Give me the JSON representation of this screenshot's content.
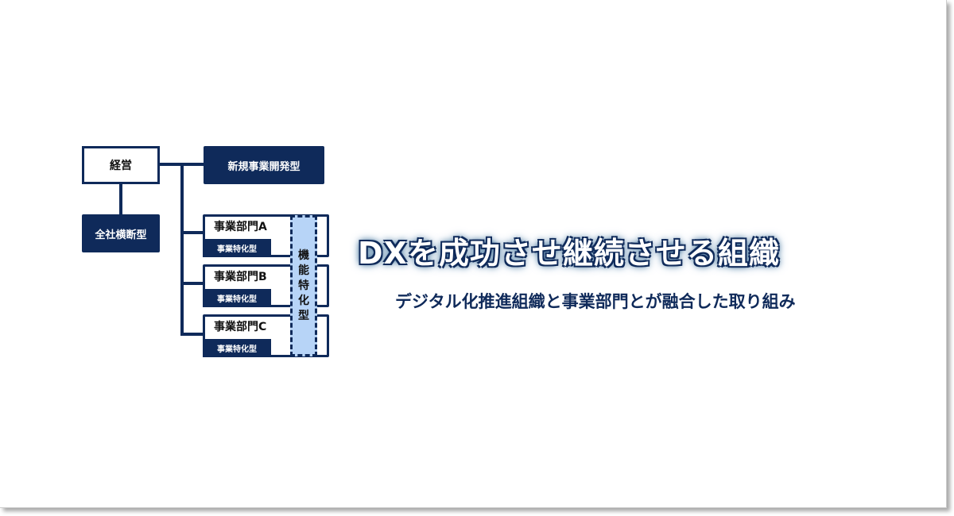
{
  "org": {
    "management": "経営",
    "company_wide": "全社横断型",
    "new_business": "新規事業開発型",
    "units": [
      {
        "name": "事業部門A",
        "type": "事業特化型"
      },
      {
        "name": "事業部門B",
        "type": "事業特化型"
      },
      {
        "name": "事業部門C",
        "type": "事業特化型"
      }
    ],
    "function_chars": [
      "機",
      "能",
      "特",
      "化",
      "型"
    ]
  },
  "title": "DXを成功させ継続させる組織",
  "subtitle": "デジタル化推進組織と事業部門とが融合した取り組み",
  "colors": {
    "navy": "#0f2a5a",
    "light_blue": "#b7d4f7"
  }
}
